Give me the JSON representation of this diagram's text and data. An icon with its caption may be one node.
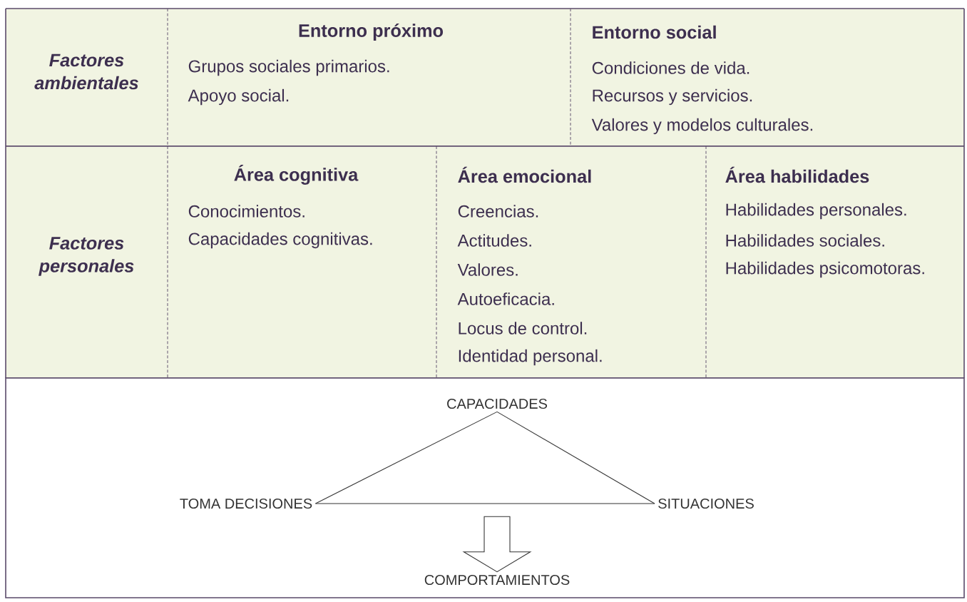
{
  "diagram": {
    "nodes": [
      {
        "text": [
          "Factores ambientales"
        ]
      },
      {
        "text": [
          "Entorno próximo",
          "Grupos sociales primarios.",
          "Apoyo social."
        ]
      },
      {
        "text": [
          "Entorno social",
          "Condiciones de vida.",
          "Recursos y servicios.",
          "Valores y modelos culturales."
        ]
      },
      {
        "text": [
          "Factores personales"
        ]
      },
      {
        "text": [
          "Área cognitiva",
          "Conocimientos.",
          "Capacidades cognitivas."
        ]
      },
      {
        "text": [
          "Área emocional",
          "Creencias.",
          "Actitudes.",
          "Valores.",
          "Autoeficacia.",
          "Locus de control.",
          "Identidad personal."
        ]
      },
      {
        "text": [
          "Área habilidades",
          "Habilidades personales.",
          "Habilidades sociales.",
          "Habilidades psicomotoras."
        ]
      },
      {
        "text": [],
        "shape": "box"
      },
      {
        "text": [
          "CAPACIDADES"
        ],
        "in": 7
      },
      {
        "text": [
          "TOMA DECISIONES"
        ],
        "in": 7
      },
      {
        "text": [
          "SITUACIONES"
        ],
        "in": 7
      },
      {
        "text": [
          "COMPORTAMIENTOS"
        ],
        "in": 7
      }
    ],
    "edges": [
      {
        "from": 8,
        "to": 9,
        "arrow": "none"
      },
      {
        "from": 8,
        "to": 10,
        "arrow": "none"
      },
      {
        "from": 9,
        "to": 10,
        "arrow": "none"
      },
      {
        "from": null,
        "to": 11,
        "arrow": "to",
        "style": "thick"
      }
    ]
  }
}
